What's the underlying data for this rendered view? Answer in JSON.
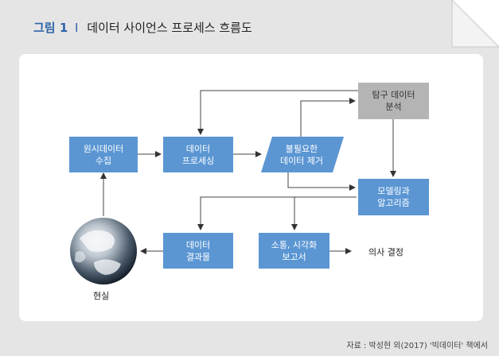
{
  "figure": {
    "label": "그림 1",
    "separator": "I",
    "title": "데이터 사이언스 프로세스 흐름도"
  },
  "nodes": {
    "raw_data": "원시데이터\n수집",
    "data_processing": "데이터\n프로세싱",
    "cleaned_data": "불필요한\n데이터 제거",
    "exploratory": "탐구 데이터\n분석",
    "modeling": "모델링과\n알고리즘",
    "data_results": "데이터\n결과물",
    "communication": "소통, 시각화\n보고서",
    "decision": "의사 결정",
    "reality": "현실"
  },
  "source": "자료 : 박성현 외(2017) '빅데이터' 책에서",
  "colors": {
    "process_box": "#5b96d3",
    "analysis_box": "#b4b4b4",
    "frame": "#e5e5e5",
    "title_accent": "#2f63a8"
  }
}
